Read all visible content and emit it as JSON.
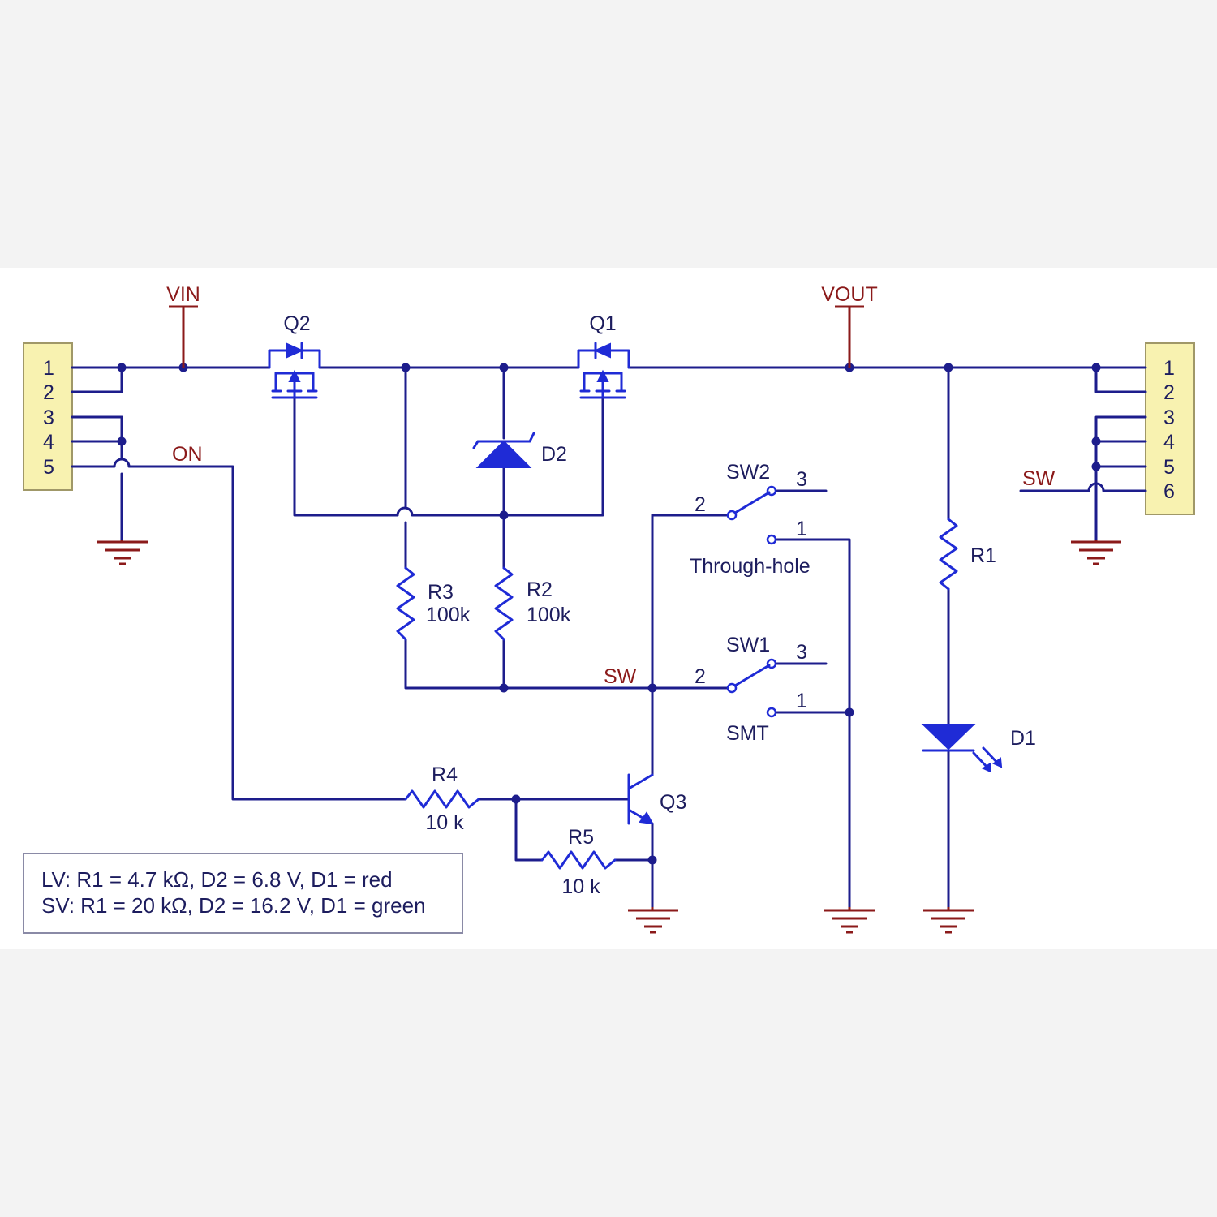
{
  "left_header": {
    "pins": [
      "1",
      "2",
      "3",
      "4",
      "5"
    ]
  },
  "right_header": {
    "pins": [
      "1",
      "2",
      "3",
      "4",
      "5",
      "6"
    ]
  },
  "nets": {
    "vin": "VIN",
    "vout": "VOUT",
    "on": "ON",
    "sw_center": "SW",
    "sw_right": "SW"
  },
  "components": {
    "q1": "Q1",
    "q2": "Q2",
    "q3": "Q3",
    "d1": "D1",
    "d2": "D2",
    "r1": "R1",
    "r2": "R2",
    "r2_value": "100k",
    "r3": "R3",
    "r3_value": "100k",
    "r4": "R4",
    "r4_value": "10 k",
    "r5": "R5",
    "r5_value": "10 k",
    "sw1": "SW1",
    "sw2": "SW2",
    "sw_pin_2": "2",
    "sw_pin_3": "3",
    "sw_pin_1": "1",
    "through_hole": "Through-hole",
    "smt": "SMT"
  },
  "notes": [
    "LV: R1 = 4.7 kΩ, D2 = 6.8 V, D1 = red",
    "SV: R1 = 20 kΩ, D2 = 16.2 V, D1 = green"
  ],
  "colors": {
    "wire": "#1d1d8c",
    "component": "#1f2bd6",
    "power_net": "#8b1a1a",
    "header_fill": "#f8f2b0",
    "background": "#f3f3f3",
    "panel": "#ffffff"
  }
}
